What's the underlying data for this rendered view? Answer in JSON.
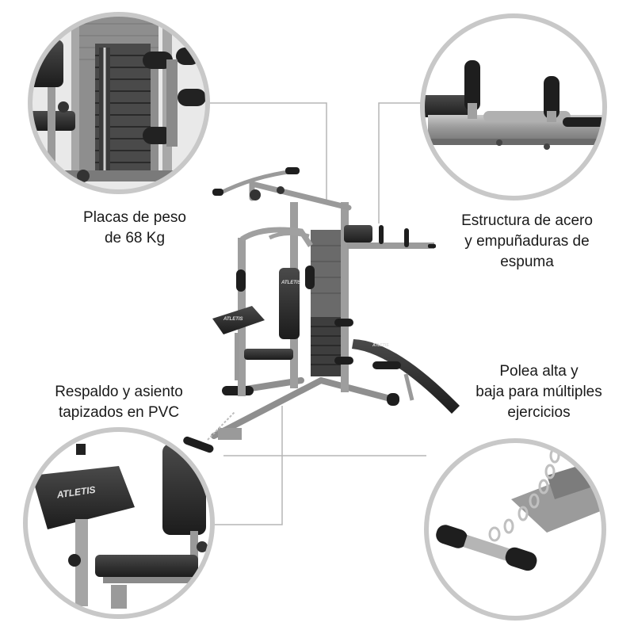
{
  "captions": {
    "weight_plates": [
      "Placas de peso",
      "de 68 Kg"
    ],
    "frame_grips": [
      "Estructura de acero",
      "y empuñaduras de",
      "espuma"
    ],
    "upholstery": [
      "Respaldo y asiento",
      "tapizados en PVC"
    ],
    "pulleys": [
      "Polea alta y",
      "baja para múltiples",
      "ejercicios"
    ]
  },
  "brand": {
    "logo_text": "ATLETIS"
  },
  "colors": {
    "frame": "#9b9b9b",
    "frame_dark": "#6f6f6f",
    "padding": "#2b2b2b",
    "weight_stack": "#4a4a4a",
    "callout_line": "#b5b5b5",
    "circle_border": "#c8c8c8"
  },
  "icons": {
    "detail_weight_stack": "weight-stack-closeup",
    "detail_dip_handles": "dip-handles-closeup",
    "detail_seat": "preacher-pad-and-seat-closeup",
    "detail_pulley_handle": "chain-and-handle-closeup"
  }
}
